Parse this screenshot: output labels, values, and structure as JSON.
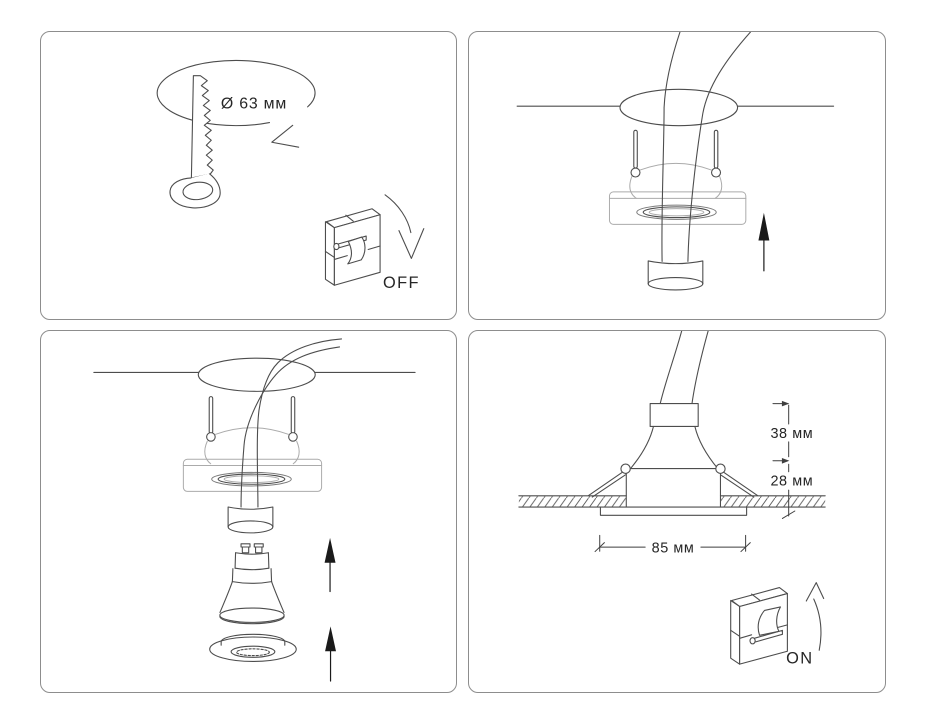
{
  "panels": {
    "step1": {
      "hole_diameter_label": "Ø 63 мм",
      "switch_label": "OFF"
    },
    "step4": {
      "depth_above_ceiling_label": "38 мм",
      "depth_below_ceiling_label": "28 мм",
      "trim_width_label": "85 мм",
      "switch_label": "ON"
    }
  },
  "colors": {
    "background": "#ffffff",
    "panel_border": "#8d8d8d",
    "line": "#4d4d4d",
    "light_line": "#ababab",
    "text": "#262626",
    "arrow_fill": "#1a1a1a"
  }
}
